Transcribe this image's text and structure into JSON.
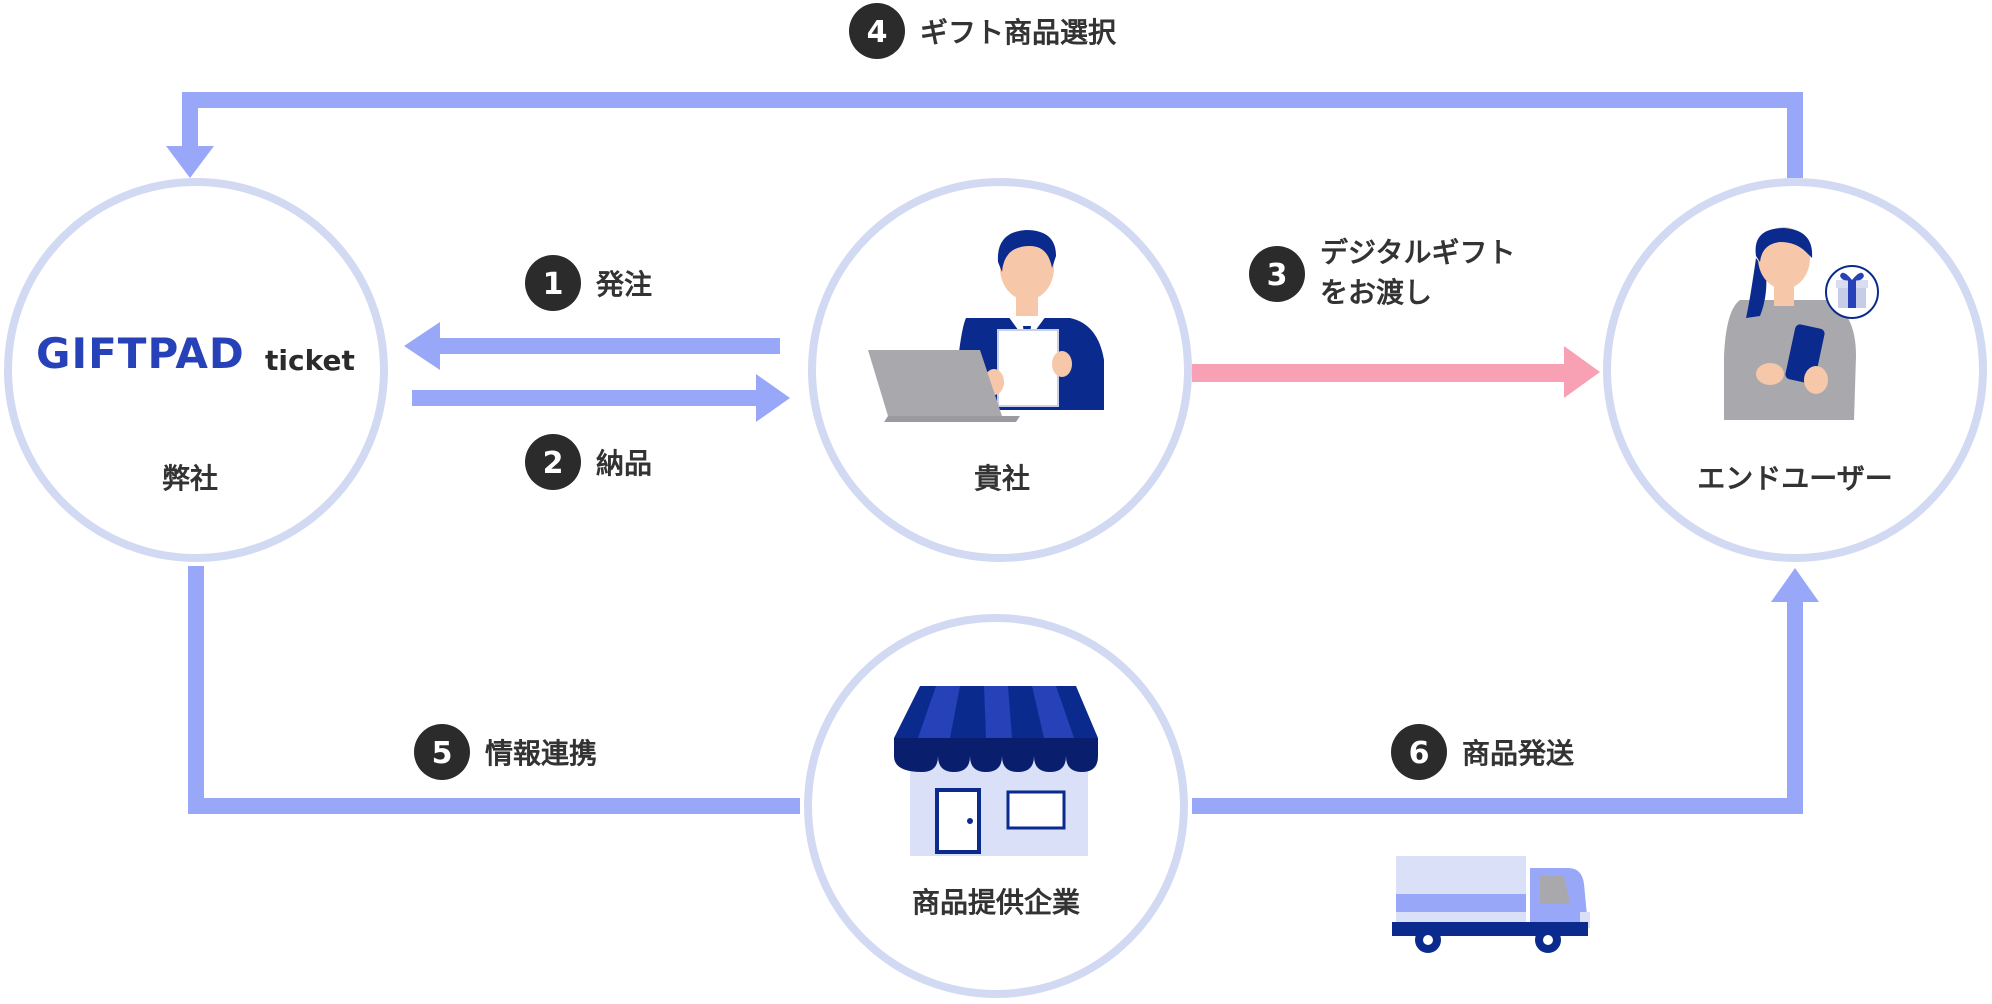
{
  "logo": {
    "main": "GIFTPAD",
    "sub": "ticket"
  },
  "nodes": {
    "us": "弊社",
    "client": "貴社",
    "end_user": "エンドユーザー",
    "provider": "商品提供企業"
  },
  "steps": [
    {
      "num": "1",
      "label": "発注"
    },
    {
      "num": "2",
      "label": "納品"
    },
    {
      "num": "3",
      "label_line1": "デジタルギフト",
      "label_line2": "をお渡し"
    },
    {
      "num": "4",
      "label": "ギフト商品選択"
    },
    {
      "num": "5",
      "label": "情報連携"
    },
    {
      "num": "6",
      "label": "商品発送"
    }
  ],
  "colors": {
    "ring": "#d2d9f2",
    "arrow_blue": "#99a7f8",
    "arrow_pink": "#f8a0b4",
    "badge": "#2b2b2b",
    "brand_blue": "#2741b8",
    "navy": "#0b2a8e"
  }
}
